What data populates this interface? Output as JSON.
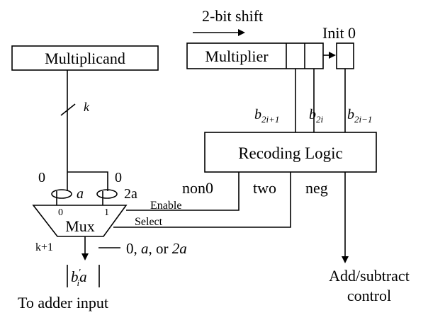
{
  "diagram": {
    "shift_label": "2-bit shift",
    "init_label": "Init 0",
    "multiplicand_label": "Multiplicand",
    "multiplier_label": "Multiplier",
    "k_label": "k",
    "k1_label": "k+1",
    "b_main": "b",
    "b_sub_1": "2i+1",
    "b_sub_2": "2i",
    "b_sub_3": "2i−1",
    "recoding_label": "Recoding Logic",
    "zero_label": "0",
    "a_label": "a",
    "two_a_label": "2a",
    "port0_label": "0",
    "port1_label": "1",
    "enable_label": "Enable",
    "select_label": "Select",
    "mux_label": "Mux",
    "non0_label": "non0",
    "two_label": "two",
    "neg_label": "neg",
    "output_note_prefix": "0, ",
    "output_note_a": "a",
    "output_note_or": ", or ",
    "output_note_2a": "2a",
    "result_b": "b",
    "result_sub": "i",
    "result_prime": "'",
    "result_a": "a",
    "adder_label": "To adder input",
    "add_sub_line1": "Add/subtract",
    "add_sub_line2": "control"
  }
}
